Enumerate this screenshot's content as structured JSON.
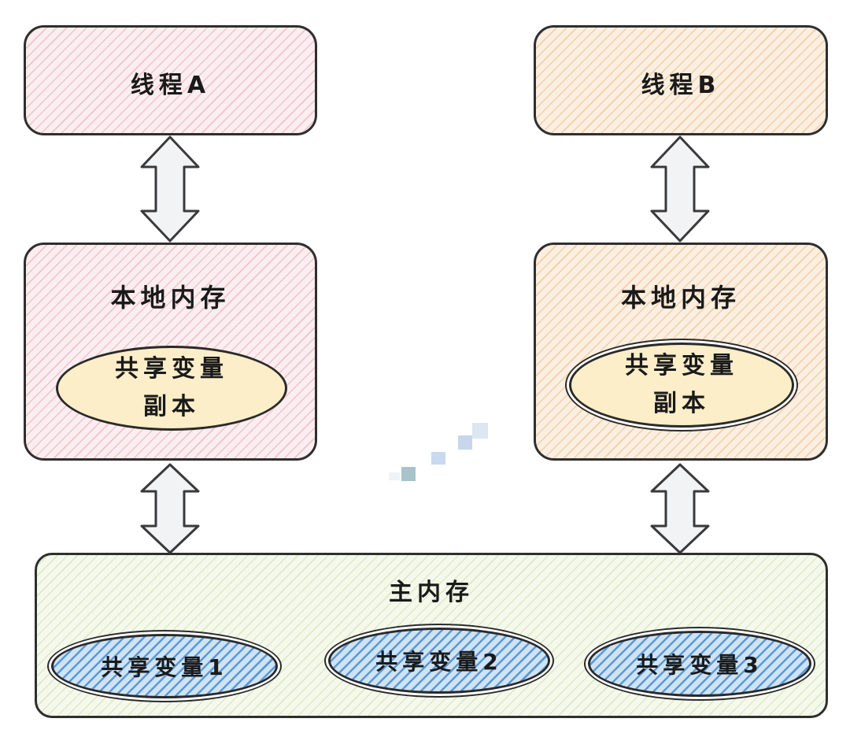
{
  "threads": [
    {
      "title": "线程A",
      "local_memory": "本地内存",
      "copy_line1": "共享变量",
      "copy_line2": "副本"
    },
    {
      "title": "线程B",
      "local_memory": "本地内存",
      "copy_line1": "共享变量",
      "copy_line2": "副本"
    }
  ],
  "main_memory": {
    "title": "主内存",
    "variables": [
      "共享变量1",
      "共享变量2",
      "共享变量3"
    ]
  },
  "colors": {
    "thread_a_fill": "#fbeef0",
    "thread_b_fill": "#fbefe1",
    "main_fill": "#f5f9ec",
    "copy_fill": "#fbeec8",
    "variable_hatch": "#468cd2",
    "stroke": "#2f2f2f"
  }
}
